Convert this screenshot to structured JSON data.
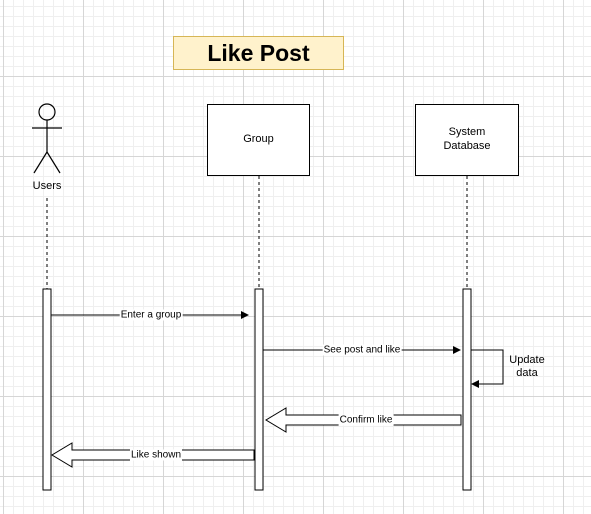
{
  "title": "Like Post",
  "participants": {
    "users": "Users",
    "group": "Group",
    "system_db": "System\nDatabase"
  },
  "messages": {
    "enter_group": "Enter a group",
    "see_post": "See post and like",
    "update_data": "Update\ndata",
    "confirm_like": "Confirm like",
    "like_shown": "Like shown"
  },
  "colors": {
    "title_fill": "#fff2cc",
    "title_border": "#d6b656",
    "stroke": "#000000"
  }
}
